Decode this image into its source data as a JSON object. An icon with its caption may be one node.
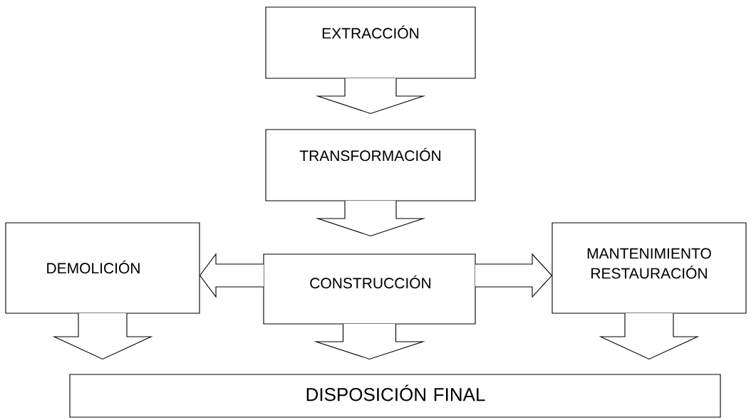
{
  "diagram": {
    "nodes": [
      {
        "text": [
          "EXTRACCIÓN"
        ]
      },
      {
        "text": [
          "TRANSFORMACIÓN"
        ]
      },
      {
        "text": [
          "CONSTRUCCIÓN"
        ]
      },
      {
        "text": [
          "DEMOLICIÓN"
        ]
      },
      {
        "text": [
          "MANTENIMIENTO RESTAURACIÓN"
        ]
      },
      {
        "text": [
          "DISPOSICIÓN FINAL"
        ]
      }
    ],
    "edges": [
      {
        "from": 0,
        "to": 1,
        "arrow": "to"
      },
      {
        "from": 1,
        "to": 2,
        "arrow": "to"
      },
      {
        "from": 2,
        "to": 3,
        "arrow": "to"
      },
      {
        "from": 2,
        "to": 4,
        "arrow": "to"
      },
      {
        "from": 3,
        "to": 5,
        "arrow": "to"
      },
      {
        "from": 2,
        "to": 5,
        "arrow": "to"
      },
      {
        "from": 4,
        "to": 5,
        "arrow": "to"
      }
    ]
  }
}
